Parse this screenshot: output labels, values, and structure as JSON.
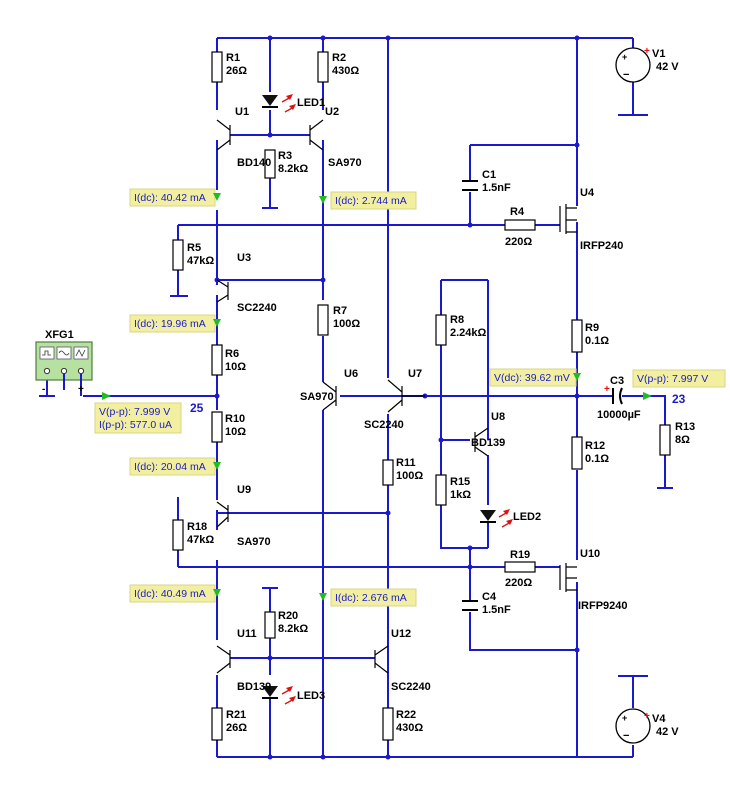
{
  "instrument": {
    "ref": "XFG1",
    "terminals": [
      "-",
      "+"
    ]
  },
  "sources": [
    {
      "ref": "V1",
      "value": "42 V"
    },
    {
      "ref": "V4",
      "value": "42 V"
    }
  ],
  "resistors": [
    {
      "ref": "R1",
      "value": "26Ω"
    },
    {
      "ref": "R2",
      "value": "430Ω"
    },
    {
      "ref": "R3",
      "value": "8.2kΩ"
    },
    {
      "ref": "R4",
      "value": "220Ω"
    },
    {
      "ref": "R5",
      "value": "47kΩ"
    },
    {
      "ref": "R6",
      "value": "10Ω"
    },
    {
      "ref": "R7",
      "value": "100Ω"
    },
    {
      "ref": "R8",
      "value": "2.24kΩ"
    },
    {
      "ref": "R9",
      "value": "0.1Ω"
    },
    {
      "ref": "R10",
      "value": "10Ω"
    },
    {
      "ref": "R11",
      "value": "100Ω"
    },
    {
      "ref": "R12",
      "value": "0.1Ω"
    },
    {
      "ref": "R13",
      "value": "8Ω"
    },
    {
      "ref": "R15",
      "value": "1kΩ"
    },
    {
      "ref": "R18",
      "value": "47kΩ"
    },
    {
      "ref": "R19",
      "value": "220Ω"
    },
    {
      "ref": "R20",
      "value": "8.2kΩ"
    },
    {
      "ref": "R21",
      "value": "26Ω"
    },
    {
      "ref": "R22",
      "value": "430Ω"
    }
  ],
  "capacitors": [
    {
      "ref": "C1",
      "value": "1.5nF"
    },
    {
      "ref": "C3",
      "value": "10000µF"
    },
    {
      "ref": "C4",
      "value": "1.5nF"
    }
  ],
  "transistors": [
    {
      "ref": "U1",
      "part": "BD140"
    },
    {
      "ref": "U2",
      "part": "SA970"
    },
    {
      "ref": "U3",
      "part": "SC2240"
    },
    {
      "ref": "U4",
      "part": "IRFP240"
    },
    {
      "ref": "U6",
      "part": "SA970"
    },
    {
      "ref": "U7",
      "part": "SC2240"
    },
    {
      "ref": "U8",
      "part": "BD139"
    },
    {
      "ref": "U9",
      "part": "SA970"
    },
    {
      "ref": "U10",
      "part": "IRFP9240"
    },
    {
      "ref": "U11",
      "part": "BD139"
    },
    {
      "ref": "U12",
      "part": "SC2240"
    }
  ],
  "leds": [
    "LED1",
    "LED2",
    "LED3"
  ],
  "nets": [
    "25",
    "23"
  ],
  "probes": [
    {
      "id": "p1",
      "text": "I(dc): 40.42 mA"
    },
    {
      "id": "p2",
      "text": "I(dc): 2.744 mA"
    },
    {
      "id": "p3",
      "text": "I(dc): 19.96 mA"
    },
    {
      "id": "p4a",
      "text": "V(p-p): 7.999 V"
    },
    {
      "id": "p4b",
      "text": "I(p-p): 577.0 uA"
    },
    {
      "id": "p5",
      "text": "V(dc): 39.62 mV"
    },
    {
      "id": "p6",
      "text": "V(p-p): 7.997 V"
    },
    {
      "id": "p7",
      "text": "I(dc): 20.04 mA"
    },
    {
      "id": "p8",
      "text": "I(dc): 40.49 mA"
    },
    {
      "id": "p9",
      "text": "I(dc): 2.676 mA"
    }
  ],
  "colors": {
    "wire": "#1a1acc",
    "probe_bg": "#f2f0a0",
    "probe_arrow": "#22bb22",
    "led_arrow": "#e01010"
  }
}
